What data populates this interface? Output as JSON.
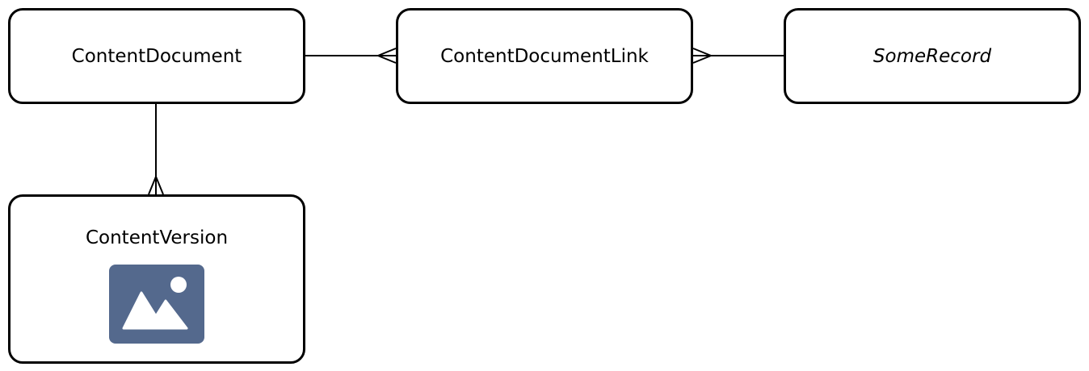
{
  "diagram": {
    "type": "entity-relationship",
    "entities": [
      {
        "id": "content_document",
        "label": "ContentDocument",
        "italic": false
      },
      {
        "id": "content_document_link",
        "label": "ContentDocumentLink",
        "italic": false
      },
      {
        "id": "some_record",
        "label": "SomeRecord",
        "italic": true
      },
      {
        "id": "content_version",
        "label": "ContentVersion",
        "italic": false,
        "icon": "image-icon"
      }
    ],
    "relationships": [
      {
        "from": "content_document",
        "to": "content_document_link",
        "from_cardinality": "one",
        "to_cardinality": "many"
      },
      {
        "from": "some_record",
        "to": "content_document_link",
        "from_cardinality": "one",
        "to_cardinality": "many"
      },
      {
        "from": "content_document",
        "to": "content_version",
        "from_cardinality": "one",
        "to_cardinality": "many"
      }
    ],
    "colors": {
      "border": "#000000",
      "icon_background": "#54698d",
      "icon_foreground": "#ffffff"
    }
  }
}
